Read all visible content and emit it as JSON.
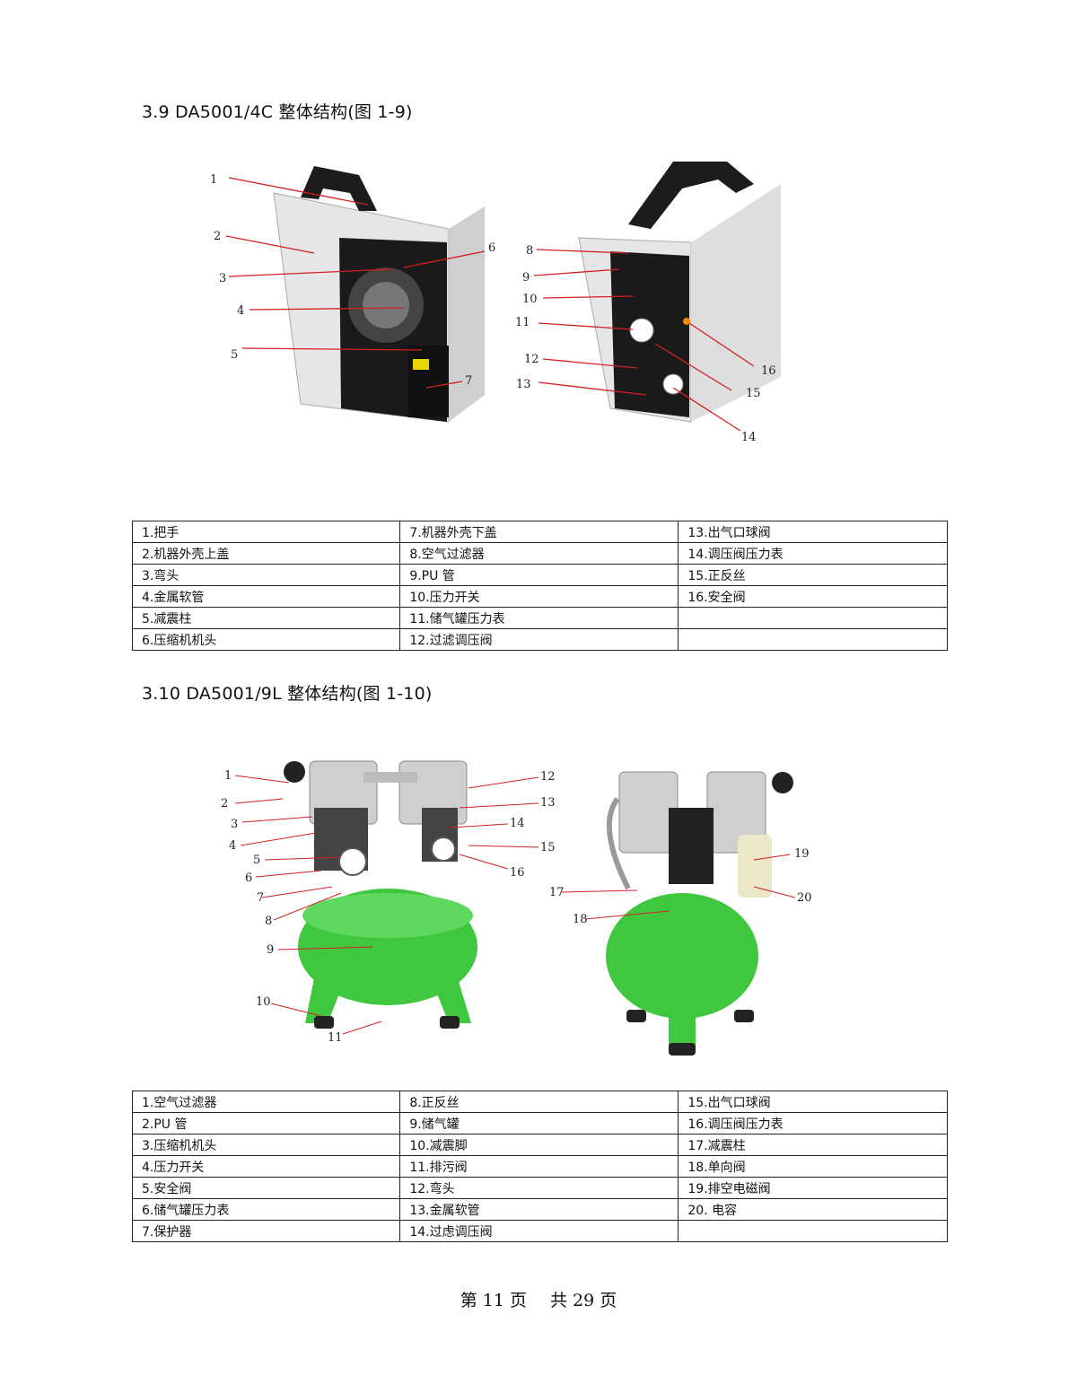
{
  "section_1": {
    "heading": "3.9 DA5001/4C 整体结构(图 1-9)",
    "figure_left_callouts": [
      "1",
      "2",
      "3",
      "4",
      "5",
      "6",
      "7"
    ],
    "figure_right_callouts": [
      "8",
      "9",
      "10",
      "11",
      "12",
      "13",
      "14",
      "15",
      "16"
    ],
    "table": [
      [
        "1.把手",
        "7.机器外壳下盖",
        "13.出气口球阀"
      ],
      [
        "2.机器外壳上盖",
        "8.空气过滤器",
        "14.调压阀压力表"
      ],
      [
        "3.弯头",
        "9.PU 管",
        "15.正反丝"
      ],
      [
        "4.金属软管",
        "10.压力开关",
        "16.安全阀"
      ],
      [
        "5.减震柱",
        "11.储气罐压力表",
        ""
      ],
      [
        "6.压缩机机头",
        "12.过滤调压阀",
        ""
      ]
    ]
  },
  "section_2": {
    "heading": "3.10 DA5001/9L 整体结构(图 1-10)",
    "figure_left_callouts": [
      "1",
      "2",
      "3",
      "4",
      "5",
      "6",
      "7",
      "8",
      "9",
      "10",
      "11",
      "12",
      "13",
      "14",
      "15",
      "16"
    ],
    "figure_right_callouts": [
      "17",
      "18",
      "19",
      "20"
    ],
    "table": [
      [
        "1.空气过滤器",
        "8.正反丝",
        "15.出气口球阀"
      ],
      [
        "2.PU 管",
        "9.储气罐",
        "16.调压阀压力表"
      ],
      [
        "3.压缩机机头",
        "10.减震脚",
        "17.减震柱"
      ],
      [
        "4.压力开关",
        "11.排污阀",
        "18.单向阀"
      ],
      [
        "5.安全阀",
        "12.弯头",
        "19.排空电磁阀"
      ],
      [
        "6.储气罐压力表",
        "13.金属软管",
        "20. 电容"
      ],
      [
        "7.保护器",
        "14.过虑调压阀",
        ""
      ]
    ]
  },
  "footer": {
    "page": "第 11 页",
    "total": "共 29 页"
  },
  "colors": {
    "callout_line": "#d22020",
    "tank_green": "#3fc83f",
    "case_grey": "#e4e4e4"
  }
}
